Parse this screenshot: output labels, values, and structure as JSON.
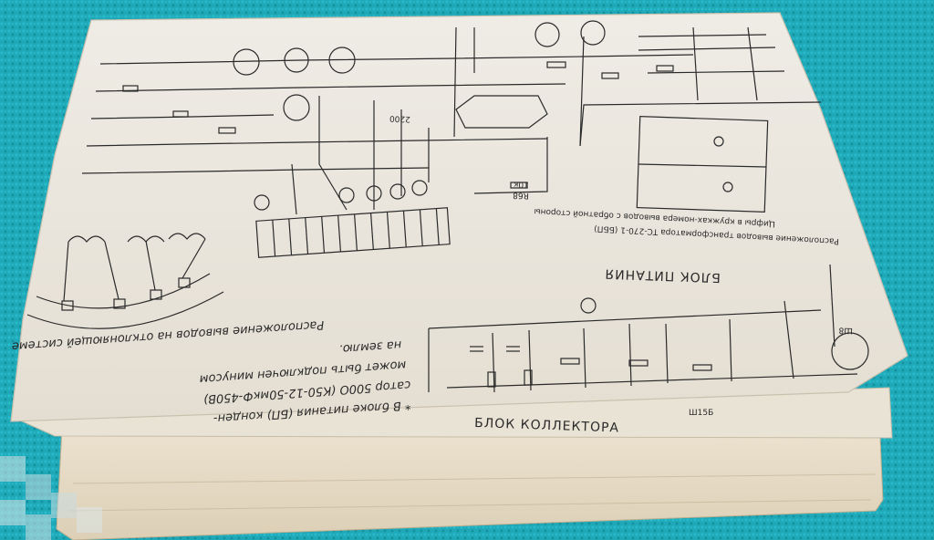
{
  "labels": {
    "power_block": "БЛОК ПИТАНИЯ",
    "collector_block": "БЛОК КОЛЛЕКТОРА",
    "deflection_title": "Расположение выводов на отклоняющей системе",
    "transformer_title": "Расположение выводов трансформатора ТС-270-1 (ББП)",
    "transformer_note": "Цифры в кружках-номера выводов с обратной стороны",
    "note_line1": "* В блоке питания (БП) конден-",
    "note_line2": "сатор 500О (К50-12-50мкФ-450В)",
    "note_line3": "может быть подключен минусом",
    "note_line4": "на землю.",
    "connector": "Ш15Б",
    "connector2": "Ш8",
    "resistor": "R68",
    "cap": "2200",
    "ohm": "10к"
  },
  "colors": {
    "carpet": "#1fa9b8",
    "carpet_dark": "#14808d",
    "paper": "#ebe6dc",
    "paper_shadow": "#d8d1c3",
    "lower_sheet": "#e7dcc6",
    "ink": "#2a2a2a"
  }
}
